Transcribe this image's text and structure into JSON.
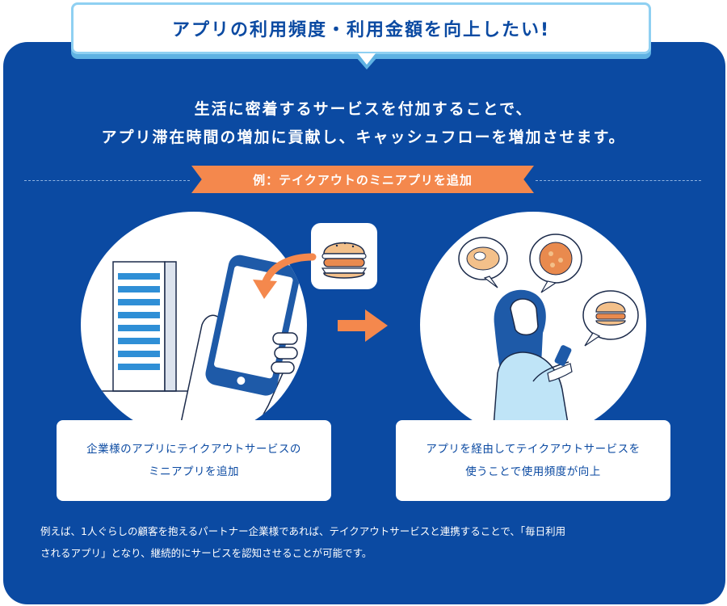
{
  "title": "アプリの利用頻度・利用金額を向上したい!",
  "headline": {
    "line1": "生活に密着するサービスを付加することで、",
    "line2": "アプリ滞在時間の増加に貢献し、キャッシュフローを増加させます。"
  },
  "example_label": "例：テイクアウトのミニアプリを追加",
  "left_caption": {
    "line1": "企業様のアプリにテイクアウトサービスの",
    "line2": "ミニアプリを追加"
  },
  "right_caption": {
    "line1": "アプリを経由してテイクアウトサービスを",
    "line2": "使うことで使用頻度が向上"
  },
  "footnote": {
    "line1": "例えば、1人ぐらしの顧客を抱えるパートナー企業様であれば、テイクアウトサービスと連携することで、「毎日利用",
    "line2": "されるアプリ」となり、継続的にサービスを認知させることが可能です。"
  },
  "icons": [
    "building-icon",
    "smartphone-icon",
    "hand-icon",
    "burger-icon",
    "curved-arrow-icon",
    "right-arrow-icon",
    "woman-with-phone-icon",
    "food-thought-bubble-icon"
  ],
  "colors": {
    "panel_blue": "#0b4aa2",
    "light_blue": "#8fd0f2",
    "orange": "#f4884d",
    "white": "#ffffff"
  }
}
